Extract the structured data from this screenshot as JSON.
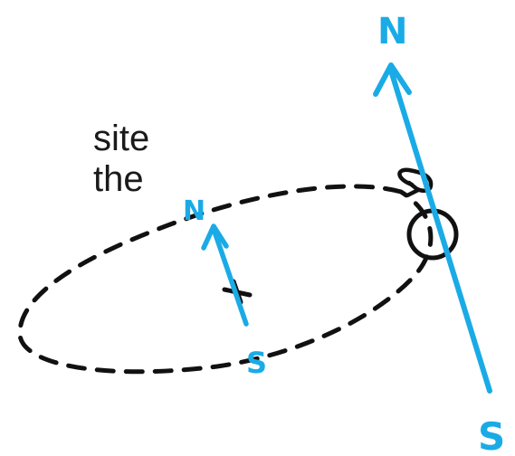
{
  "text": {
    "line1": "site",
    "line2": "the"
  },
  "labels": {
    "small_north": "N",
    "small_south": "S",
    "large_north": "N",
    "large_south": "S"
  },
  "colors": {
    "magnet": "#1aabe6",
    "ink": "#111111"
  }
}
